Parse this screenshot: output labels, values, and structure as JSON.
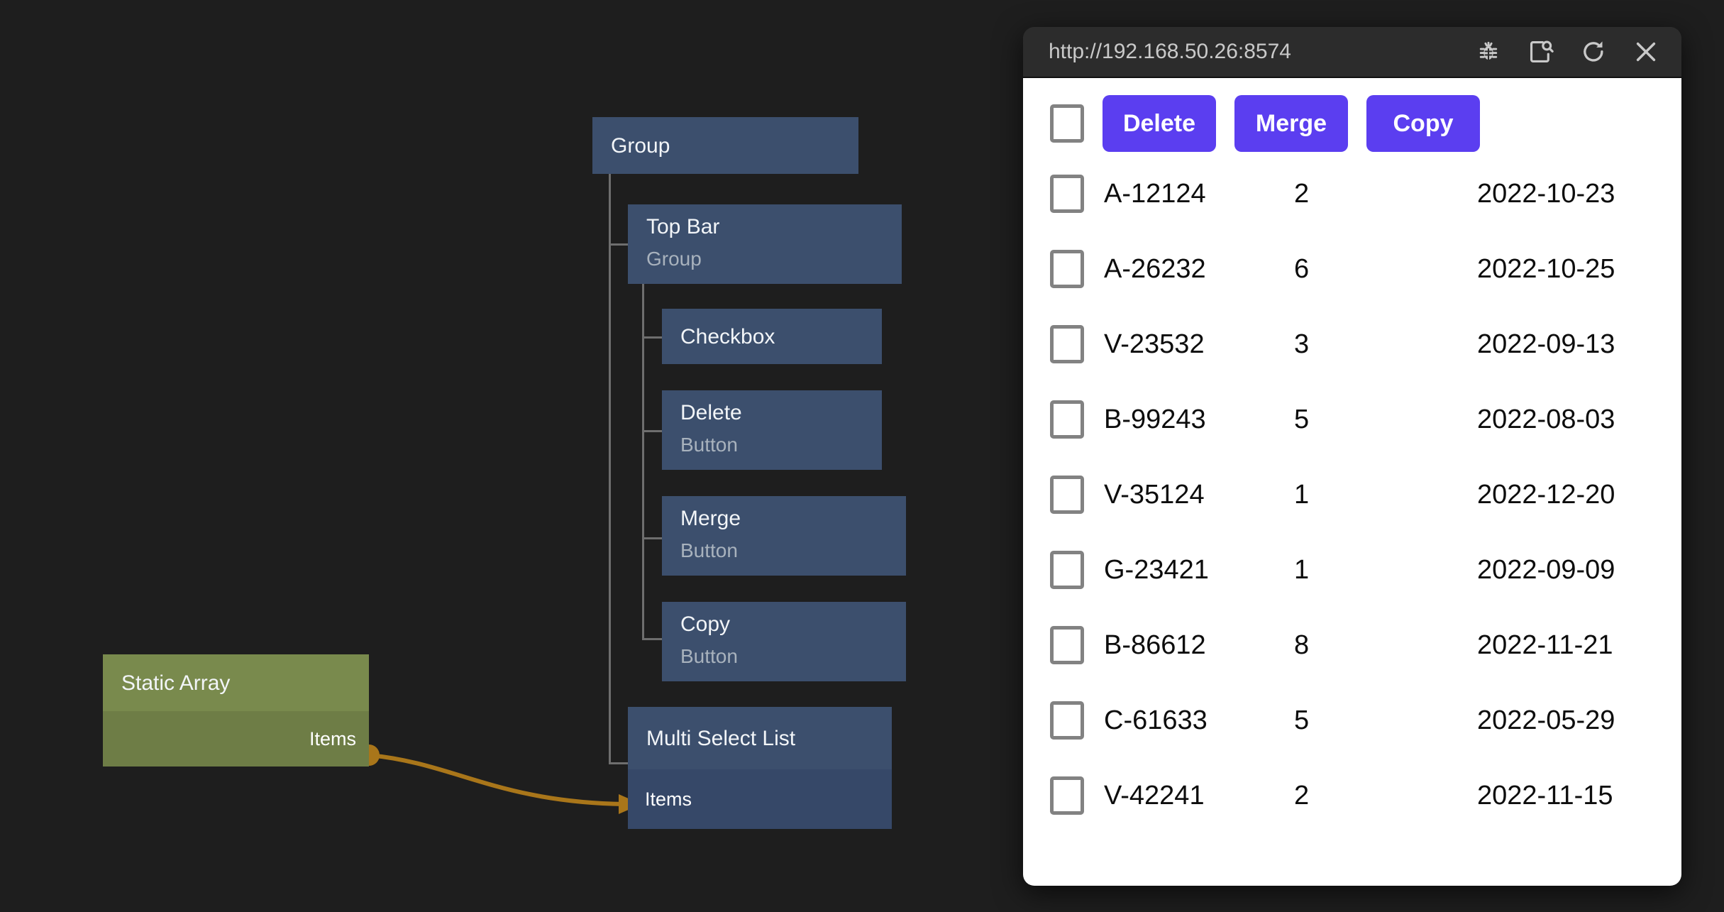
{
  "canvas": {
    "background": "#1e1e1e",
    "nodes": [
      {
        "id": "group",
        "title": "Group",
        "subtitle": "",
        "kind": "widget"
      },
      {
        "id": "top-bar",
        "title": "Top Bar",
        "subtitle": "Group",
        "kind": "widget"
      },
      {
        "id": "checkbox",
        "title": "Checkbox",
        "subtitle": "",
        "kind": "widget"
      },
      {
        "id": "delete",
        "title": "Delete",
        "subtitle": "Button",
        "kind": "widget"
      },
      {
        "id": "merge",
        "title": "Merge",
        "subtitle": "Button",
        "kind": "widget"
      },
      {
        "id": "copy",
        "title": "Copy",
        "subtitle": "Button",
        "kind": "widget"
      },
      {
        "id": "multiselect",
        "title": "Multi Select List",
        "subtitle": "",
        "kind": "widget",
        "input_port": "Items"
      },
      {
        "id": "staticarray",
        "title": "Static Array",
        "subtitle": "",
        "kind": "data",
        "output_port": "Items"
      }
    ],
    "colors": {
      "widget_node": "#3c4f6d",
      "widget_port_band": "#364868",
      "data_node_header": "#798a4d",
      "data_node_body": "#6e7d46",
      "edge": "#a9761a",
      "tree_line": "#6e6e6e"
    },
    "edge": {
      "from": "Items",
      "to": "Items"
    }
  },
  "browser": {
    "url": "http://192.168.50.26:8574",
    "titlebar_icons": [
      {
        "name": "bug-icon",
        "label": "Debug"
      },
      {
        "name": "inspect-icon",
        "label": "Inspect"
      },
      {
        "name": "refresh-icon",
        "label": "Reload"
      },
      {
        "name": "close-icon",
        "label": "Close"
      }
    ],
    "toolbar": {
      "select_all_checked": false,
      "buttons": [
        {
          "name": "delete-button",
          "label": "Delete"
        },
        {
          "name": "merge-button",
          "label": "Merge"
        },
        {
          "name": "copy-button",
          "label": "Copy"
        }
      ],
      "button_color": "#5b3ef0"
    },
    "table": {
      "rows": [
        {
          "checked": false,
          "id": "A-12124",
          "qty": "2",
          "date": "2022-10-23"
        },
        {
          "checked": false,
          "id": "A-26232",
          "qty": "6",
          "date": "2022-10-25"
        },
        {
          "checked": false,
          "id": "V-23532",
          "qty": "3",
          "date": "2022-09-13"
        },
        {
          "checked": false,
          "id": "B-99243",
          "qty": "5",
          "date": "2022-08-03"
        },
        {
          "checked": false,
          "id": "V-35124",
          "qty": "1",
          "date": "2022-12-20"
        },
        {
          "checked": false,
          "id": "G-23421",
          "qty": "1",
          "date": "2022-09-09"
        },
        {
          "checked": false,
          "id": "B-86612",
          "qty": "8",
          "date": "2022-11-21"
        },
        {
          "checked": false,
          "id": "C-61633",
          "qty": "5",
          "date": "2022-05-29"
        },
        {
          "checked": false,
          "id": "V-42241",
          "qty": "2",
          "date": "2022-11-15"
        }
      ]
    }
  }
}
